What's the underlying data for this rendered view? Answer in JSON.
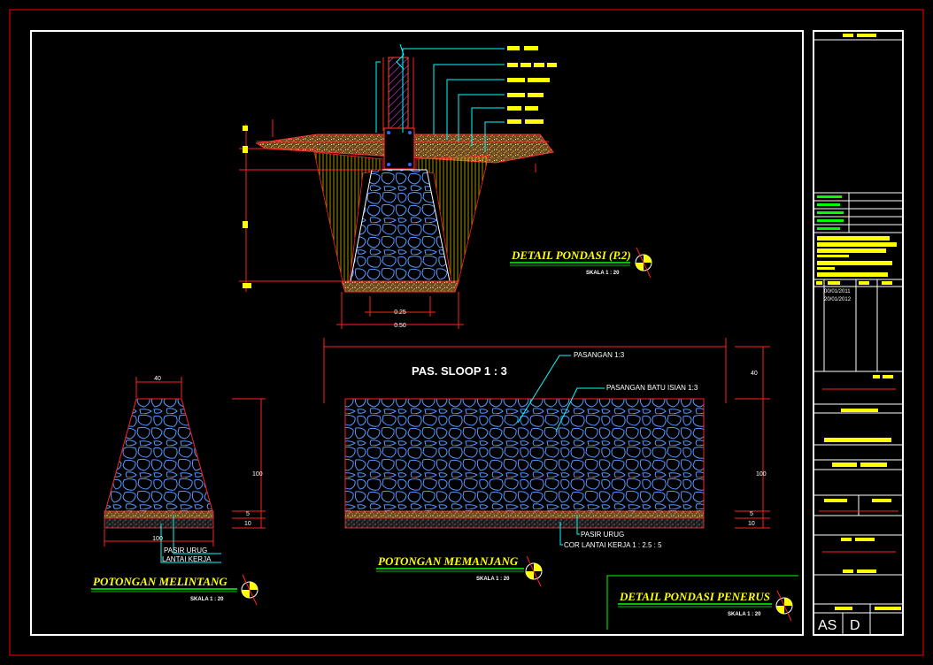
{
  "colors": {
    "background": "#000000",
    "frame_red": "#ff0000",
    "frame_white": "#ffffff",
    "stone_blue": "#5599ff",
    "cyan": "#00ffff",
    "yellow": "#ffff00",
    "green": "#00ff00",
    "gravel": "#d8b070"
  },
  "details": {
    "p2": {
      "title": "DETAIL PONDASI (P.2)",
      "scale": "SKALA 1 : 20",
      "dim_inner": "0.25",
      "dim_outer": "0.50"
    },
    "cross": {
      "title": "POTONGAN MELINTANG",
      "scale": "SKALA 1 : 20",
      "dim_top": "40",
      "dim_height": "100",
      "dim_bottom": "100",
      "dim_sand": "5",
      "dim_work": "10",
      "label_sand": "PASIR URUG",
      "label_work": "LANTAI KERJA"
    },
    "long": {
      "title": "POTONGAN MEMANJANG",
      "scale": "SKALA 1 : 20",
      "sloop": "PAS. SLOOP 1 : 3",
      "label_pasangan": "PASANGAN 1:3",
      "label_batu": "PASANGAN BATU ISIAN 1:3",
      "label_sand": "PASIR URUG",
      "label_cor": "COR LANTAI KERJA  1 : 2.5 : 5",
      "dim_sloop": "40",
      "dim_height": "100",
      "dim_sand": "5",
      "dim_work": "10"
    },
    "main": {
      "title": "DETAIL PONDASI PENERUS",
      "scale": "SKALA 1 : 20"
    }
  },
  "title_block": {
    "date_1": "00/01/2011",
    "date_2": "20/01/2012",
    "code_1": "AS",
    "code_2": "D"
  }
}
